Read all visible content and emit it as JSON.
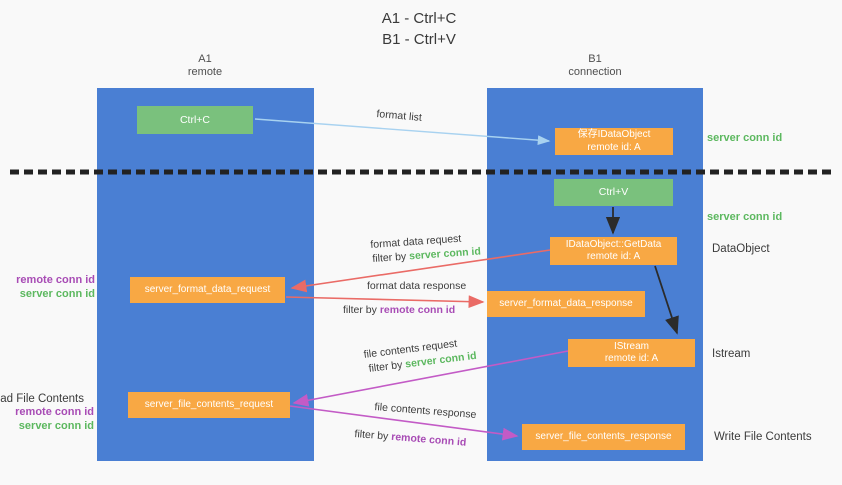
{
  "title": {
    "line1": "A1 - Ctrl+C",
    "line2": "B1 - Ctrl+V"
  },
  "lanes": {
    "left": {
      "name": "A1",
      "role": "remote"
    },
    "right": {
      "name": "B1",
      "role": "connection"
    }
  },
  "nodes": {
    "ctrl_c": {
      "label": "Ctrl+C"
    },
    "ctrl_v": {
      "label": "Ctrl+V"
    },
    "save_idataobject": {
      "title": "保存IDataObject",
      "subtitle": "remote id: A"
    },
    "idataobject_getdata": {
      "title": "IDataObject::GetData",
      "subtitle": "remote id: A"
    },
    "istream": {
      "title": "IStream",
      "subtitle": "remote id: A"
    },
    "server_format_data_request": {
      "label": "server_format_data_request"
    },
    "server_format_data_response": {
      "label": "server_format_data_response"
    },
    "server_file_contents_request": {
      "label": "server_file_contents_request"
    },
    "server_file_contents_response": {
      "label": "server_file_contents_response"
    }
  },
  "arrow_labels": {
    "format_list": "format list",
    "format_data_request": "format data request",
    "format_data_response": "format data response",
    "file_contents_request": "file contents request",
    "file_contents_response": "file contents response",
    "filter_by": "filter by"
  },
  "conn_ids": {
    "server_conn_id": "server conn id",
    "remote_conn_id": "remote conn id"
  },
  "side_labels": {
    "dataobject": "DataObject",
    "istream": "Istream",
    "read_file_contents": "Read File Contents",
    "write_file_contents": "Write File Contents"
  },
  "colors": {
    "lane_blue": "#4a7fd3",
    "node_green": "#7ac17d",
    "node_orange": "#f8a844",
    "conn_green": "#5cb85f",
    "conn_purple": "#a84cb5",
    "arrow_red": "#ea6b66",
    "arrow_magenta": "#c35bc6",
    "arrow_blue": "#a8d2f0",
    "arrow_black": "#2b2b2b",
    "ink": "#3b3b3b"
  }
}
